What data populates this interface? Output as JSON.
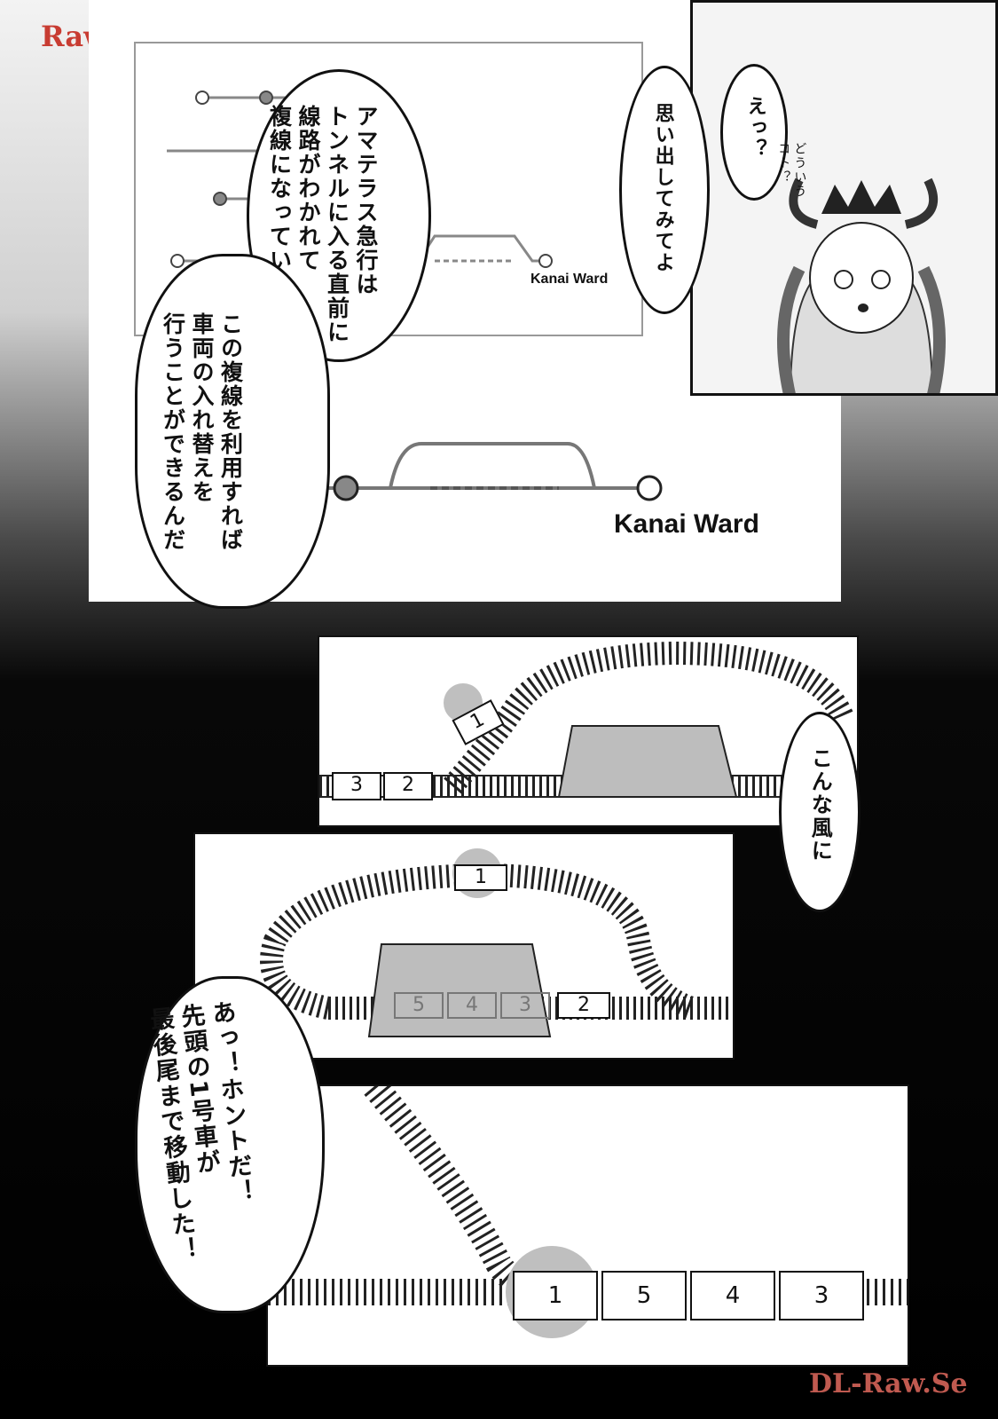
{
  "watermarks": {
    "top_left": "RawLazy.Si",
    "bottom_right": "DL-Raw.Se"
  },
  "map_label_small": "Kanai Ward",
  "map_label_large": "Kanai Ward",
  "bubbles": {
    "explain_a": "アマテラス急行は\nトンネルに入る直前に\n線路がわかれて\n複線になっていた",
    "explain_b": "この複線を利用すれば\n車両の入れ替えを\n行うことができるんだ",
    "remember": "思い出してみてよ",
    "eh": "えっ？",
    "aside": "どういう\nコト？",
    "like_this": "こんな風に",
    "exclaim": "あっ！ホントだ！\n先頭の1号車が\n最後尾まで移動した！"
  },
  "cars": {
    "panel1": [
      "3",
      "2",
      "1"
    ],
    "panel2": [
      "5",
      "4",
      "3",
      "2",
      "1"
    ],
    "panel3": [
      "1",
      "5",
      "4",
      "3"
    ]
  },
  "colors": {
    "ink": "#111111",
    "paper": "#ffffff",
    "tunnel": "#bdbdbd",
    "highlight": "#bfbfbf"
  }
}
